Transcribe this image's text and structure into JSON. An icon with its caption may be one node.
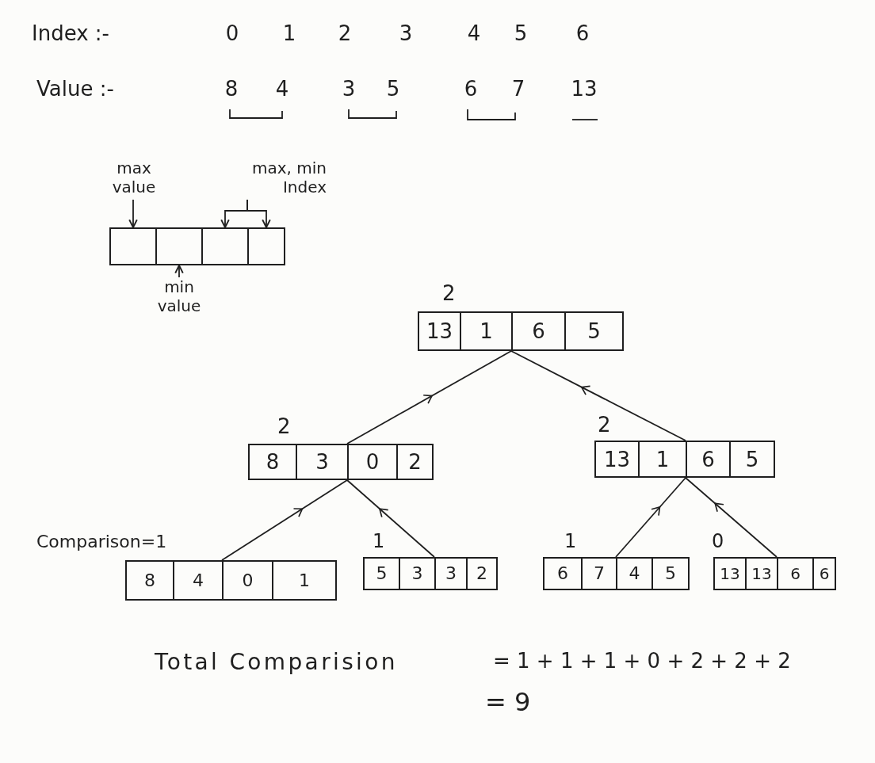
{
  "diagram": {
    "nodes": [
      {
        "text": [
          "max value"
        ]
      },
      {
        "text": [
          "max, min Index"
        ]
      },
      {
        "text": [],
        "shape": "box"
      },
      {
        "text": [],
        "shape": "box"
      },
      {
        "text": [],
        "shape": "box"
      },
      {
        "text": [],
        "shape": "box"
      },
      {
        "text": [
          "min value"
        ]
      },
      {
        "text": [
          "13",
          "1",
          "6",
          "5"
        ],
        "beside": [
          "2"
        ]
      },
      {
        "text": [
          "8",
          "3",
          "0",
          "2"
        ],
        "beside": [
          "2"
        ]
      },
      {
        "text": [
          "13",
          "1",
          "6",
          "5"
        ],
        "beside": [
          "2"
        ]
      },
      {
        "text": [
          "8",
          "4",
          "0",
          "1"
        ],
        "beside": [
          "Comparison=1"
        ]
      },
      {
        "text": [
          "5",
          "3",
          "3",
          "2"
        ],
        "beside": [
          "1"
        ]
      },
      {
        "text": [
          "6",
          "7",
          "4",
          "5"
        ],
        "beside": [
          "1"
        ]
      },
      {
        "text": [
          "13",
          "13",
          "6",
          "6"
        ],
        "beside": [
          "0"
        ]
      }
    ],
    "edges": [
      {
        "from": 0,
        "to": 2,
        "arrow": "to"
      },
      {
        "from": 1,
        "to": 4,
        "arrow": "to"
      },
      {
        "from": 1,
        "to": 5,
        "arrow": "to"
      },
      {
        "from": 6,
        "to": 3,
        "arrow": "to"
      },
      {
        "from": 8,
        "to": 7,
        "arrow": "to"
      },
      {
        "from": 9,
        "to": 7,
        "arrow": "to"
      },
      {
        "from": 10,
        "to": 8,
        "arrow": "to"
      },
      {
        "from": 11,
        "to": 8,
        "arrow": "to"
      },
      {
        "from": 12,
        "to": 9,
        "arrow": "to"
      },
      {
        "from": 13,
        "to": 9,
        "arrow": "to"
      }
    ],
    "labels": [
      "Index :-",
      "0",
      "1",
      "2",
      "3",
      "4",
      "5",
      "6",
      "Value :-",
      "8",
      "4",
      "3",
      "5",
      "6",
      "7",
      "13",
      "Total Comparision",
      "= 1 + 1 + 1 + 0 + 2 + 2 + 2",
      "= 9"
    ]
  }
}
